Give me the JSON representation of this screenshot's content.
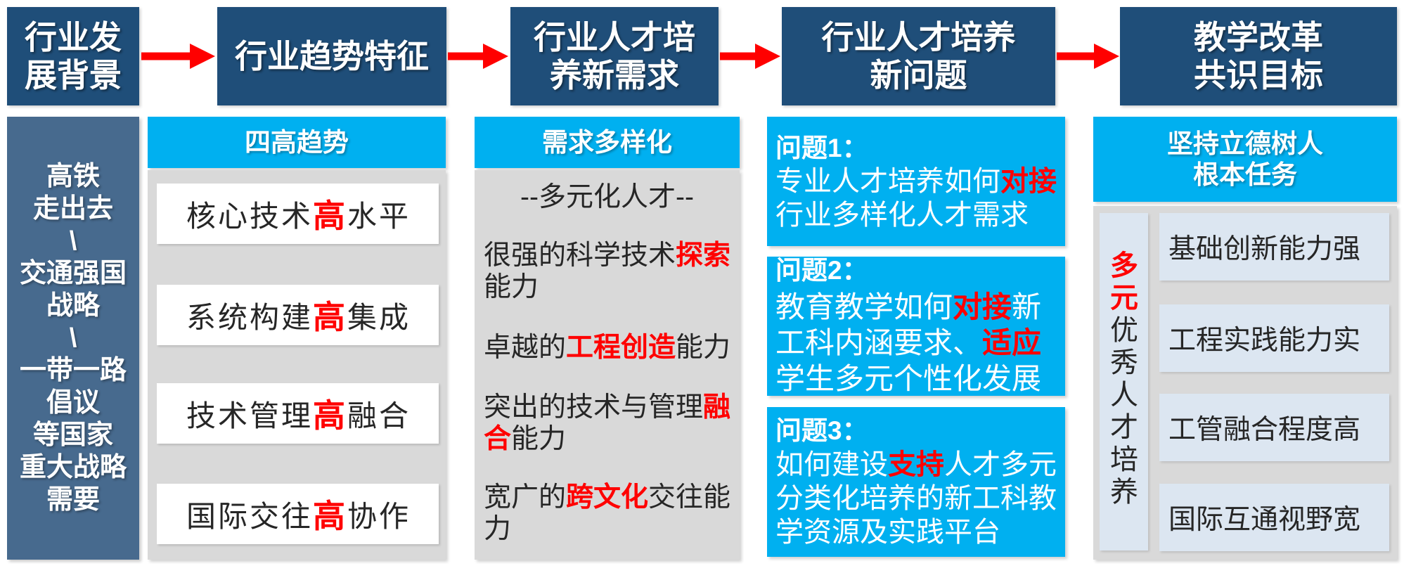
{
  "colors": {
    "header": "#1F4E79",
    "sidebar": "#476A8E",
    "accent": "#00B0F0",
    "panel": "#D9D9D9",
    "card": "#FFFFFF",
    "goal_card": "#DCE6F1",
    "emphasis": "#FF0000",
    "arrow": "#FF0000",
    "text": "#262626"
  },
  "flow": {
    "stages": [
      {
        "lines": [
          "行业发",
          "展背景"
        ]
      },
      {
        "lines": [
          "行业趋势特征"
        ]
      },
      {
        "lines": [
          "行业人才培",
          "养新需求"
        ]
      },
      {
        "lines": [
          "行业人才培养",
          "新问题"
        ]
      },
      {
        "lines": [
          "教学改革",
          "共识目标"
        ]
      }
    ]
  },
  "background": {
    "lines": [
      "高铁",
      "走出去",
      "\\",
      "交通强国",
      "战略",
      "\\",
      "一带一路",
      "倡议",
      "等国家",
      "重大战略",
      "需要"
    ]
  },
  "trends": {
    "title": "四高趋势",
    "items": [
      {
        "pre": "核心技术",
        "em": "高",
        "post": "水平"
      },
      {
        "pre": "系统构建",
        "em": "高",
        "post": "集成"
      },
      {
        "pre": "技术管理",
        "em": "高",
        "post": "融合"
      },
      {
        "pre": "国际交往",
        "em": "高",
        "post": "协作"
      }
    ]
  },
  "demand": {
    "title": "需求多样化",
    "subtitle": "--多元化人才--",
    "items": [
      {
        "lines": [
          {
            "pre": "很强的科学技术",
            "em": "探索"
          },
          {
            "pre": "能力"
          }
        ]
      },
      {
        "lines": [
          {
            "pre": "卓越的",
            "em": "工程创造",
            "post": "能力"
          }
        ]
      },
      {
        "lines": [
          {
            "pre": "突出的技术与管理",
            "em": "融"
          },
          {
            "em": "合",
            "post": "能力"
          }
        ]
      },
      {
        "lines": [
          {
            "pre": "宽广的",
            "em": "跨文化",
            "post": "交往能"
          },
          {
            "pre": "力"
          }
        ]
      }
    ]
  },
  "problems": [
    {
      "label": "问题1：",
      "lines": [
        {
          "pre": "专业人才培养如何",
          "em": "对接"
        },
        {
          "pre": "行业多样化人才需求"
        }
      ]
    },
    {
      "label": "问题2：",
      "lines": [
        {
          "pre": "教育教学如何",
          "em": "对接",
          "post": "新"
        },
        {
          "pre": "工科内涵要求、",
          "em": "适应"
        },
        {
          "pre": "学生多元个性化发展"
        }
      ]
    },
    {
      "label": "问题3：",
      "lines": [
        {
          "pre": "如何建设",
          "em": "支持",
          "post": "人才多元"
        },
        {
          "pre": "分类化培养的新工科教"
        },
        {
          "pre": "学资源及实践平台"
        }
      ]
    }
  ],
  "goals": {
    "title_lines": [
      "坚持立德树人",
      "根本任务"
    ],
    "vertical_em": "多元",
    "vertical_text": "优秀人才培养",
    "items": [
      "基础创新能力强",
      "工程实践能力实",
      "工管融合程度高",
      "国际互通视野宽"
    ]
  }
}
